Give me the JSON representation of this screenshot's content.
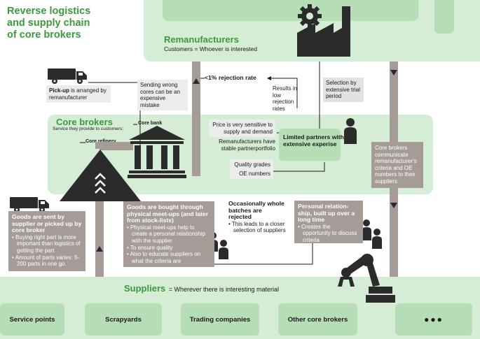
{
  "title": {
    "line1": "Reverse logistics",
    "line2": "and supply chain",
    "line3": "of core brokers"
  },
  "remanufacturers": {
    "heading": "Remanufacturers",
    "subtitle": "Customers = Whoever is interested"
  },
  "core_brokers": {
    "heading": "Core brokers",
    "subtitle": "Service they provide to customers:",
    "core_bank_label": "Core bank",
    "core_refinery_label": "Core refinery"
  },
  "suppliers": {
    "heading": "Suppliers",
    "subtitle": "= Wherever there is interesting material"
  },
  "supplier_tiles": [
    "Service points",
    "Scrapyards",
    "Trading companies",
    "Other core brokers"
  ],
  "more_glyph": "●●●",
  "rejection_rate": "<1% rejection rate",
  "pickup": {
    "bold": "Pick-up",
    "rest": " is arranged by remanufacturer"
  },
  "sending_wrong_cores": "Sending wrong cores can be an expensive mistake",
  "results_low_rejection": "Results in low rejection rates",
  "selection_extensive": "Selection by extensive trial period",
  "price_sensitive": "Price is very sensitive to supply and demand",
  "remanufacturers_stable": "Remanufacturers have stable partnerportfolio",
  "quality_grades": "Quality grades",
  "oe_numbers": "OE numbers",
  "limited_partners": "Limited partners with extensive experise",
  "core_brokers_communicate": "Core brokers communicate remanufacturer's criteria and OE numbers to their suppliers",
  "goods_sent": {
    "heading": "Goods are sent by supplier or picked up by core broker",
    "points": [
      "Buying right part is more important than logistics of getting the part",
      "Amount of parts varies: 5-200 parts in one go."
    ]
  },
  "goods_bought": {
    "heading": "Goods are bought through physical meet-ups (and later from stock-lists)",
    "points": [
      "Physical meet-ups help to create a personal relationship with the supplier",
      "To ensure quality",
      "Also to educate suppliers on what the criteria are"
    ]
  },
  "whole_batches": {
    "heading": "Occasionally whole batches are rejected",
    "points": [
      "This leads to a closer selection of suppliers"
    ]
  },
  "personal_relationship": {
    "heading": "Personal relation-ship, built up over a long time",
    "points": [
      "Creates the opportunity to discuss criteria"
    ]
  },
  "colors": {
    "accent_green": "#3a9a3c",
    "band_green": "#d5ecd5",
    "tile_green": "#b6deb6",
    "gray_box": "#a59c98",
    "arrow_gray": "#a59c98",
    "icon_dark": "#2b2b2b"
  }
}
